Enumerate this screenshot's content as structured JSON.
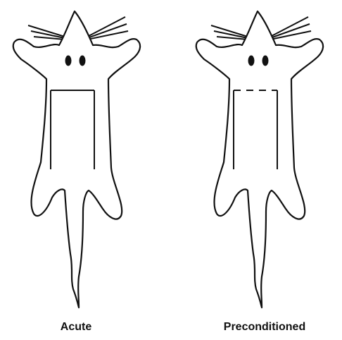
{
  "colors": {
    "line": "#111111",
    "fill": "#ffffff"
  },
  "figures": [
    {
      "label": "Acute",
      "flap": "solid-rectangle"
    },
    {
      "label": "Preconditioned",
      "flap": "rectangle-dashed-top"
    }
  ]
}
